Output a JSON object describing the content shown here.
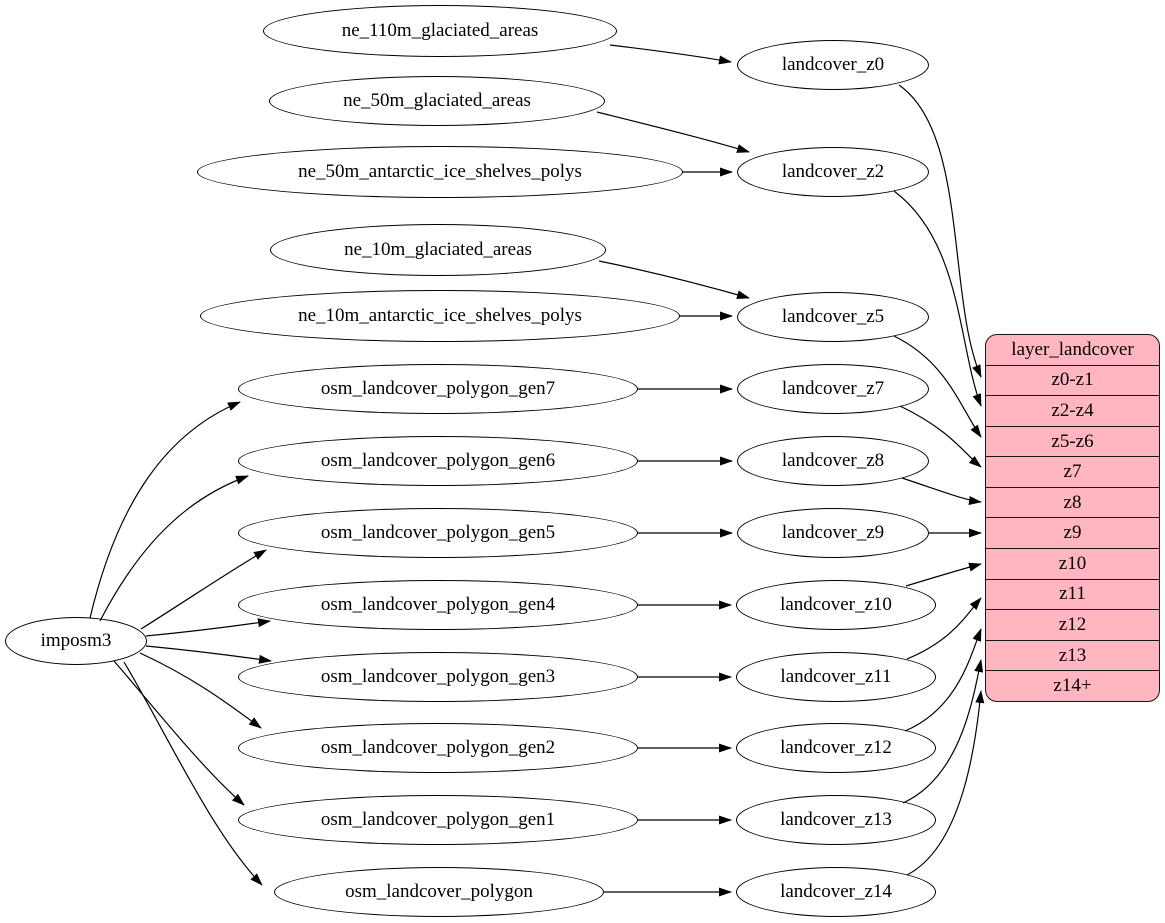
{
  "diagram_type": "etl-flow-graph",
  "colors": {
    "background": "#ffffff",
    "node_fill": "#ffffff",
    "node_border": "#000000",
    "edge": "#000000",
    "record_fill": "#ffb6c1",
    "record_border": "#1a1416"
  },
  "nodes": {
    "imposm3": "imposm3",
    "ne_110m_glaciated_areas": "ne_110m_glaciated_areas",
    "ne_50m_glaciated_areas": "ne_50m_glaciated_areas",
    "ne_50m_antarctic_ice_shelves_polys": "ne_50m_antarctic_ice_shelves_polys",
    "ne_10m_glaciated_areas": "ne_10m_glaciated_areas",
    "ne_10m_antarctic_ice_shelves_polys": "ne_10m_antarctic_ice_shelves_polys",
    "osm_landcover_polygon_gen7": "osm_landcover_polygon_gen7",
    "osm_landcover_polygon_gen6": "osm_landcover_polygon_gen6",
    "osm_landcover_polygon_gen5": "osm_landcover_polygon_gen5",
    "osm_landcover_polygon_gen4": "osm_landcover_polygon_gen4",
    "osm_landcover_polygon_gen3": "osm_landcover_polygon_gen3",
    "osm_landcover_polygon_gen2": "osm_landcover_polygon_gen2",
    "osm_landcover_polygon_gen1": "osm_landcover_polygon_gen1",
    "osm_landcover_polygon": "osm_landcover_polygon",
    "landcover_z0": "landcover_z0",
    "landcover_z2": "landcover_z2",
    "landcover_z5": "landcover_z5",
    "landcover_z7": "landcover_z7",
    "landcover_z8": "landcover_z8",
    "landcover_z9": "landcover_z9",
    "landcover_z10": "landcover_z10",
    "landcover_z11": "landcover_z11",
    "landcover_z12": "landcover_z12",
    "landcover_z13": "landcover_z13",
    "landcover_z14": "landcover_z14"
  },
  "table": {
    "title": "layer_landcover",
    "rows": [
      "z0-z1",
      "z2-z4",
      "z5-z6",
      "z7",
      "z8",
      "z9",
      "z10",
      "z11",
      "z12",
      "z13",
      "z14+"
    ]
  },
  "edges": [
    {
      "from": "imposm3",
      "to": "osm_landcover_polygon_gen7"
    },
    {
      "from": "imposm3",
      "to": "osm_landcover_polygon_gen6"
    },
    {
      "from": "imposm3",
      "to": "osm_landcover_polygon_gen5"
    },
    {
      "from": "imposm3",
      "to": "osm_landcover_polygon_gen4"
    },
    {
      "from": "imposm3",
      "to": "osm_landcover_polygon_gen3"
    },
    {
      "from": "imposm3",
      "to": "osm_landcover_polygon_gen2"
    },
    {
      "from": "imposm3",
      "to": "osm_landcover_polygon_gen1"
    },
    {
      "from": "imposm3",
      "to": "osm_landcover_polygon"
    },
    {
      "from": "ne_110m_glaciated_areas",
      "to": "landcover_z0"
    },
    {
      "from": "ne_50m_glaciated_areas",
      "to": "landcover_z2"
    },
    {
      "from": "ne_50m_antarctic_ice_shelves_polys",
      "to": "landcover_z2"
    },
    {
      "from": "ne_10m_glaciated_areas",
      "to": "landcover_z5"
    },
    {
      "from": "ne_10m_antarctic_ice_shelves_polys",
      "to": "landcover_z5"
    },
    {
      "from": "osm_landcover_polygon_gen7",
      "to": "landcover_z7"
    },
    {
      "from": "osm_landcover_polygon_gen6",
      "to": "landcover_z8"
    },
    {
      "from": "osm_landcover_polygon_gen5",
      "to": "landcover_z9"
    },
    {
      "from": "osm_landcover_polygon_gen4",
      "to": "landcover_z10"
    },
    {
      "from": "osm_landcover_polygon_gen3",
      "to": "landcover_z11"
    },
    {
      "from": "osm_landcover_polygon_gen2",
      "to": "landcover_z12"
    },
    {
      "from": "osm_landcover_polygon_gen1",
      "to": "landcover_z13"
    },
    {
      "from": "osm_landcover_polygon",
      "to": "landcover_z14"
    },
    {
      "from": "landcover_z0",
      "to": "layer_landcover.z0-z1"
    },
    {
      "from": "landcover_z2",
      "to": "layer_landcover.z2-z4"
    },
    {
      "from": "landcover_z5",
      "to": "layer_landcover.z5-z6"
    },
    {
      "from": "landcover_z7",
      "to": "layer_landcover.z7"
    },
    {
      "from": "landcover_z8",
      "to": "layer_landcover.z8"
    },
    {
      "from": "landcover_z9",
      "to": "layer_landcover.z9"
    },
    {
      "from": "landcover_z10",
      "to": "layer_landcover.z10"
    },
    {
      "from": "landcover_z11",
      "to": "layer_landcover.z11"
    },
    {
      "from": "landcover_z12",
      "to": "layer_landcover.z12"
    },
    {
      "from": "landcover_z13",
      "to": "layer_landcover.z13"
    },
    {
      "from": "landcover_z14",
      "to": "layer_landcover.z14+"
    }
  ]
}
